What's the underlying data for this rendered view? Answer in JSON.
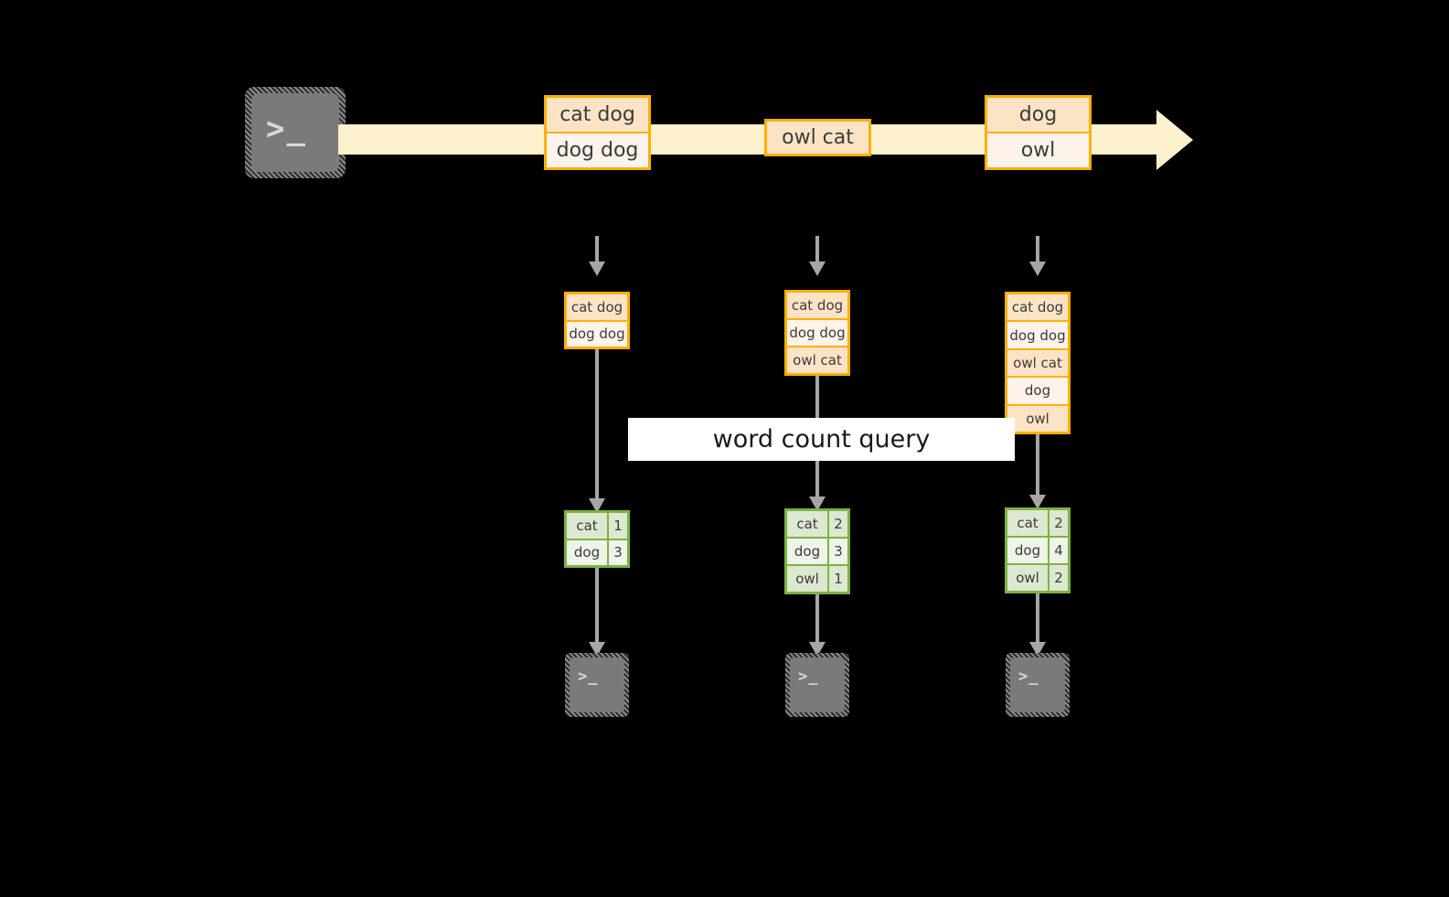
{
  "diagram": {
    "title_banner": "word count query",
    "colors": {
      "record_border": "#ffb000",
      "record_fill_dark": "#fde3c6",
      "record_fill_light": "#fdf3ea",
      "stream_arrow": "#fdf1cd",
      "table_border": "#7cb342",
      "table_fill_dark": "#dce8d0",
      "table_fill_light": "#eef4e9",
      "connector": "#a6a6a6",
      "terminal_body": "#7a7a7a",
      "background": "#000000",
      "banner_background": "#ffffff"
    },
    "source": {
      "icon": "terminal-icon",
      "glyph": ">_"
    },
    "stream": {
      "records": [
        {
          "lines": [
            "cat dog",
            "dog dog"
          ]
        },
        {
          "lines": [
            "owl cat"
          ]
        },
        {
          "lines": [
            "dog",
            "owl"
          ]
        }
      ]
    },
    "snapshots": [
      {
        "id": "snapshot-1",
        "buffer": [
          "cat dog",
          "dog dog"
        ],
        "result": {
          "rows": [
            {
              "word": "cat",
              "count": "1"
            },
            {
              "word": "dog",
              "count": "3"
            }
          ]
        },
        "sink": {
          "icon": "terminal-icon",
          "glyph": ">_"
        }
      },
      {
        "id": "snapshot-2",
        "buffer": [
          "cat dog",
          "dog dog",
          "owl cat"
        ],
        "result": {
          "rows": [
            {
              "word": "cat",
              "count": "2"
            },
            {
              "word": "dog",
              "count": "3"
            },
            {
              "word": "owl",
              "count": "1"
            }
          ]
        },
        "sink": {
          "icon": "terminal-icon",
          "glyph": ">_"
        }
      },
      {
        "id": "snapshot-3",
        "buffer": [
          "cat dog",
          "dog dog",
          "owl cat",
          "dog",
          "owl"
        ],
        "result": {
          "rows": [
            {
              "word": "cat",
              "count": "2"
            },
            {
              "word": "dog",
              "count": "4"
            },
            {
              "word": "owl",
              "count": "2"
            }
          ]
        },
        "sink": {
          "icon": "terminal-icon",
          "glyph": ">_"
        }
      }
    ]
  }
}
